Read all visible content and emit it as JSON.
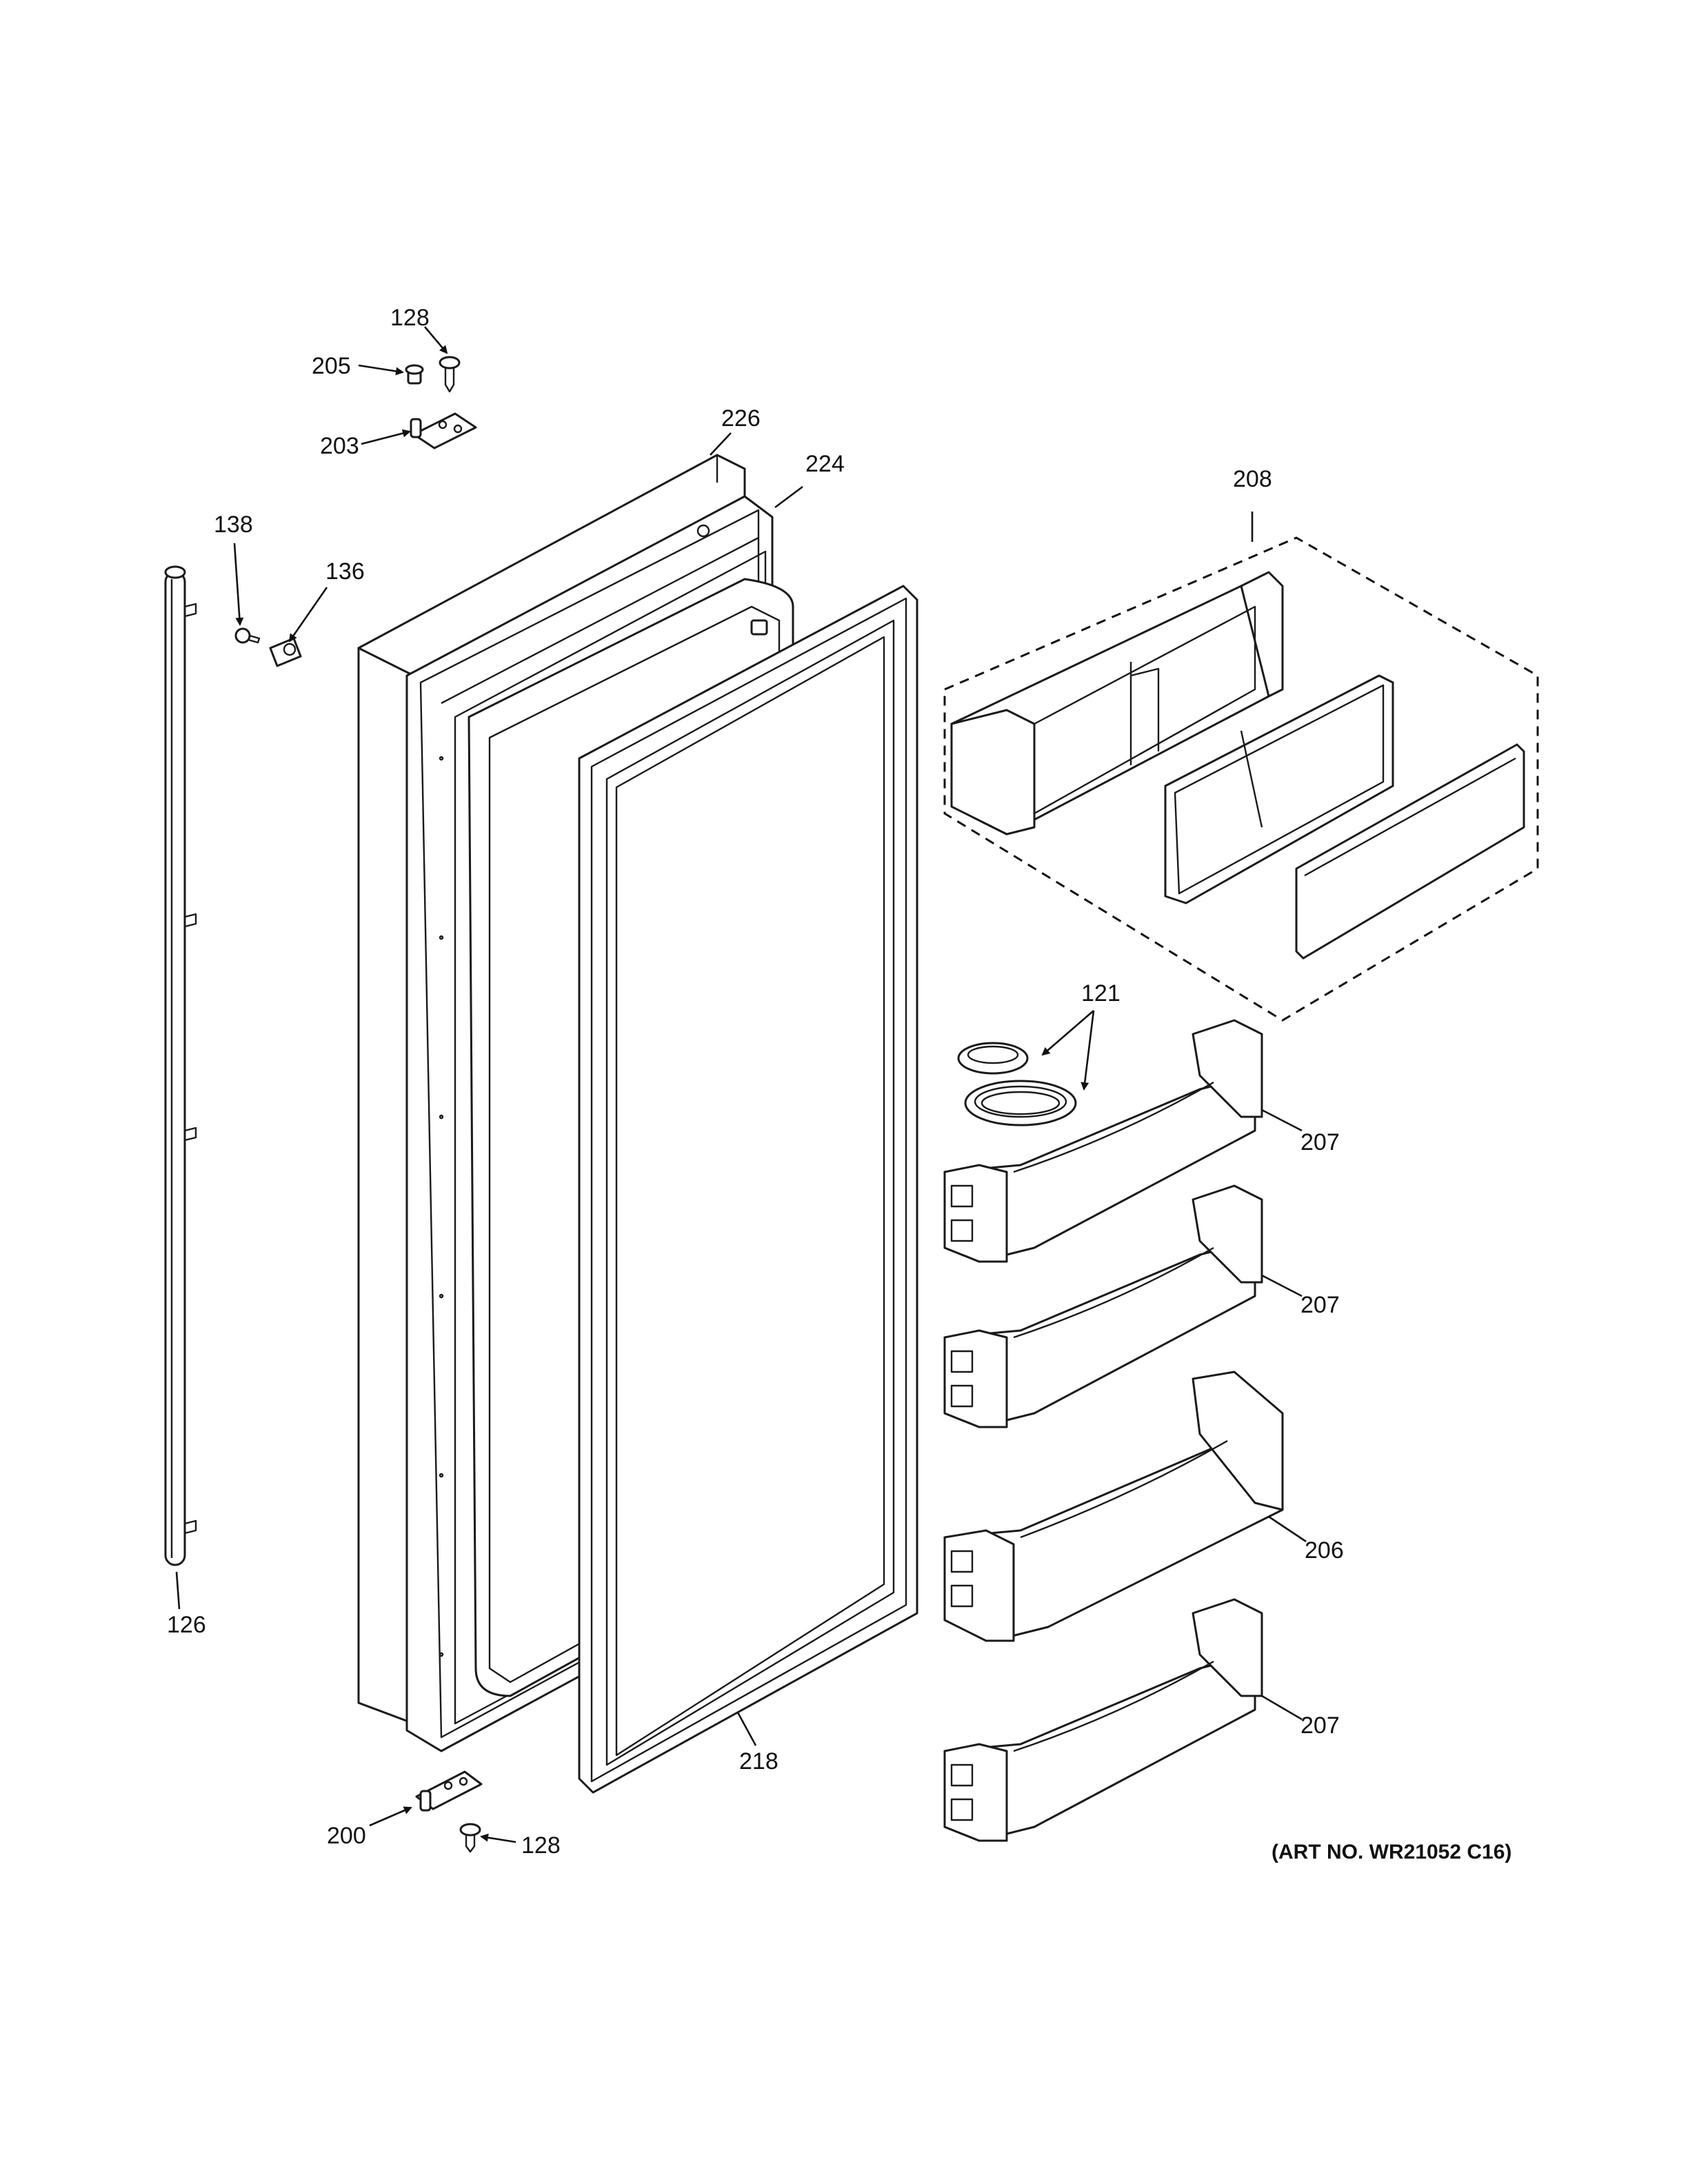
{
  "art_number": "(ART NO. WR21052 C16)",
  "labels": {
    "p128_top": "128",
    "p205": "205",
    "p203": "203",
    "p226": "226",
    "p224": "224",
    "p208": "208",
    "p138": "138",
    "p136": "136",
    "p121": "121",
    "p207_a": "207",
    "p207_b": "207",
    "p206": "206",
    "p207_c": "207",
    "p126": "126",
    "p218": "218",
    "p200": "200",
    "p128_bottom": "128"
  }
}
